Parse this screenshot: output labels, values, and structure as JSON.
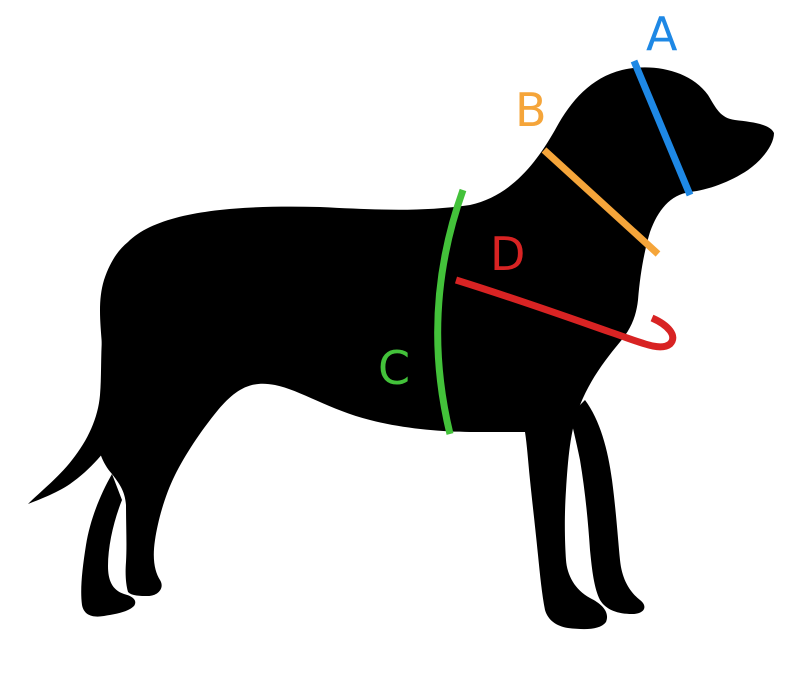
{
  "colors": {
    "background": "#ffffff",
    "silhouette": "#000000",
    "a": "#1e88e5",
    "b": "#f5a53a",
    "c": "#43c23a",
    "d": "#d82323"
  },
  "labels": {
    "a": "A",
    "b": "B",
    "c": "C",
    "d": "D"
  }
}
